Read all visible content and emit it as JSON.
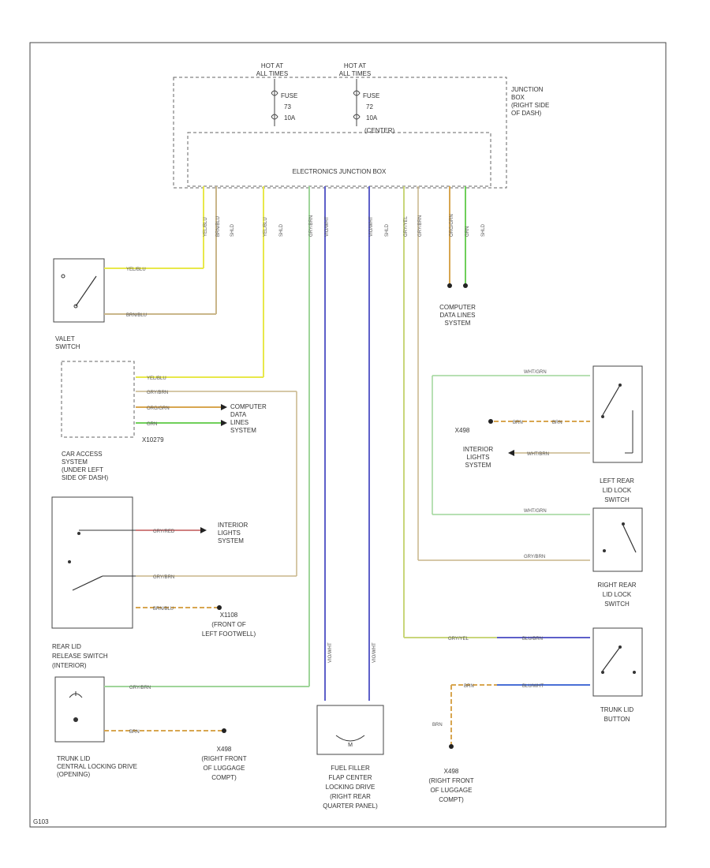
{
  "labels": {
    "hot_left": [
      "HOT AT",
      "ALL TIMES"
    ],
    "hot_right": [
      "HOT AT",
      "ALL TIMES"
    ],
    "fuse_left": [
      "FUSE",
      "73",
      "10A"
    ],
    "fuse_right": [
      "FUSE",
      "72",
      "10A"
    ],
    "fuse_right_sub": "(CENTER)",
    "junction_box": [
      "JUNCTION",
      "BOX",
      "(RIGHT SIDE",
      "OF DASH)"
    ],
    "ejb": "ELECTRONICS JUNCTION BOX",
    "computer_data_top": [
      "COMPUTER",
      "DATA LINES",
      "SYSTEM"
    ],
    "valet_switch": [
      "VALET",
      "SWITCH"
    ],
    "computer_data_mid": [
      "COMPUTER",
      "DATA",
      "LINES",
      "SYSTEM"
    ],
    "connector_left": "X10279",
    "car_access": [
      "CAR ACCESS",
      "SYSTEM",
      "(UNDER LEFT",
      "SIDE OF DASH)"
    ],
    "interior_lights_left": [
      "INTERIOR",
      "LIGHTS",
      "SYSTEM"
    ],
    "ground_left_foot": [
      "X1108",
      "(FRONT OF",
      "LEFT FOOTWELL)"
    ],
    "rear_lid_release": [
      "REAR LID",
      "RELEASE SWITCH",
      "(INTERIOR)"
    ],
    "trunk_lid_drive": [
      "TRUNK LID",
      "CENTRAL LOCKING DRIVE",
      "(OPENING)"
    ],
    "ground_right_front_1": [
      "X498",
      "(RIGHT FRONT",
      "OF LUGGAGE",
      "COMPT)"
    ],
    "fuel_filler": [
      "FUEL FILLER",
      "FLAP CENTER",
      "LOCKING DRIVE",
      "(RIGHT REAR",
      "QUARTER PANEL)"
    ],
    "ground_right_front_2": [
      "X498",
      "(RIGHT FRONT",
      "OF LUGGAGE",
      "COMPT)"
    ],
    "x498_small": "X498",
    "interior_lights_right": [
      "INTERIOR",
      "LIGHTS",
      "SYSTEM"
    ],
    "left_rear_lid": [
      "LEFT REAR",
      "LID LOCK",
      "SWITCH"
    ],
    "right_rear_lid": [
      "RIGHT REAR",
      "LID LOCK",
      "SWITCH"
    ],
    "trunk_lid_button": [
      "TRUNK LID",
      "BUTTON"
    ],
    "ground_vertical_label": "BRN",
    "footer_code": "G103"
  },
  "wires": {
    "yel_blu": "YEL/BLU",
    "brn_blu": "BRN/BLU",
    "gry_brn": "GRY/BRN",
    "org_grn": "ORG/GRN",
    "grn": "GRN",
    "brn": "BRN",
    "wht_brn": "WHT/BRN",
    "wht_grn": "WHT/GRN",
    "gry_red": "GRY/RED",
    "gry_yel": "GRY/YEL",
    "blu_brn": "BLU/BRN",
    "blu_wht": "BLU/WHT",
    "vio_wht": "VIO/WHT",
    "top_codes": [
      "YEL/BLU",
      "BRN/BLU",
      "SHLD",
      "YEL/BLU",
      "SHLD",
      "GRY/BRN",
      "VIO/WHT",
      "VIO/WHT",
      "SHLD",
      "GRY/YEL",
      "GRY/BRN",
      "ORG/GRN",
      "GRN",
      "SHLD"
    ]
  },
  "colors": {
    "yellow": "#e8e84a",
    "tan": "#c9b68a",
    "green": "#6fcf5a",
    "lightgreen": "#9fd59a",
    "violet": "#5d5fc9",
    "blue": "#4a6fd6",
    "red": "#d08080",
    "orange": "#d8a650",
    "gray": "#999999"
  }
}
